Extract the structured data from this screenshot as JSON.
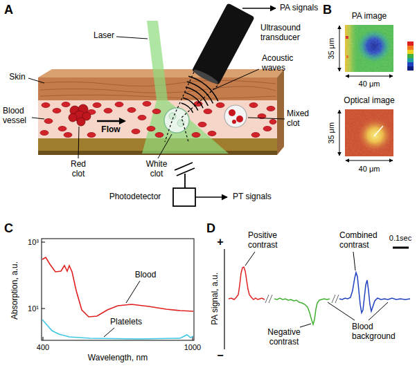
{
  "diagram": {
    "labels": [
      "A",
      "PA signals",
      "Laser",
      "Ultrasound transducer",
      "Skin",
      "Acoustic waves",
      "Blood vessel",
      "Flow",
      "Red clot",
      "White clot",
      "Mixed clot",
      "Photodetector",
      "PT signals",
      "B",
      "PA image",
      "35 μm",
      "40 μm",
      "Optical image",
      "35 μm",
      "40 μm",
      "C",
      "10³",
      "10¹",
      "Absorption, a.u.",
      "400",
      "1000",
      "Wavelength, nm",
      "Blood",
      "Platelets",
      "D",
      "+",
      "−",
      "PA signal, a.u.",
      "Positive contrast",
      "Negative contrast",
      "Combined contrast",
      "Blood background",
      "0.1sec"
    ]
  }
}
